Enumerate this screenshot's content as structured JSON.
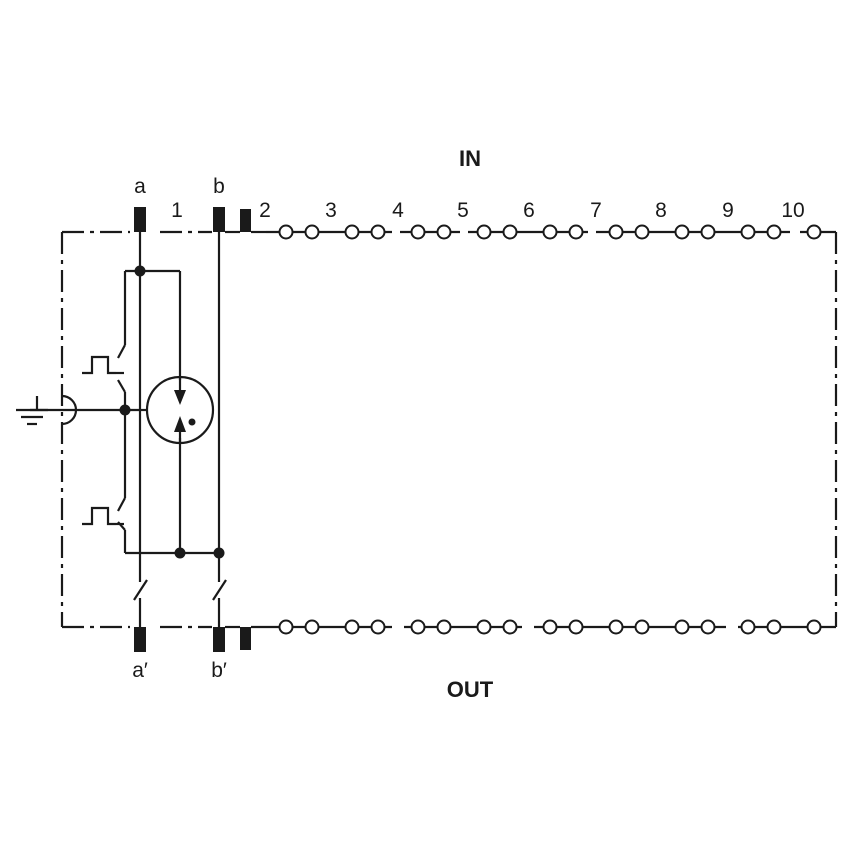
{
  "labels": {
    "in": "IN",
    "out": "OUT",
    "a": "a",
    "b": "b",
    "a_prime": "a′",
    "b_prime": "b′"
  },
  "pair_numbers": [
    "1",
    "2",
    "3",
    "4",
    "5",
    "6",
    "7",
    "8",
    "9",
    "10"
  ],
  "colors": {
    "line": "#1a1a1a",
    "background": "#ffffff"
  },
  "icons": [
    "ground-icon",
    "gas-discharge-tube-icon",
    "pulse-switch-icon",
    "terminal-block-icon"
  ]
}
